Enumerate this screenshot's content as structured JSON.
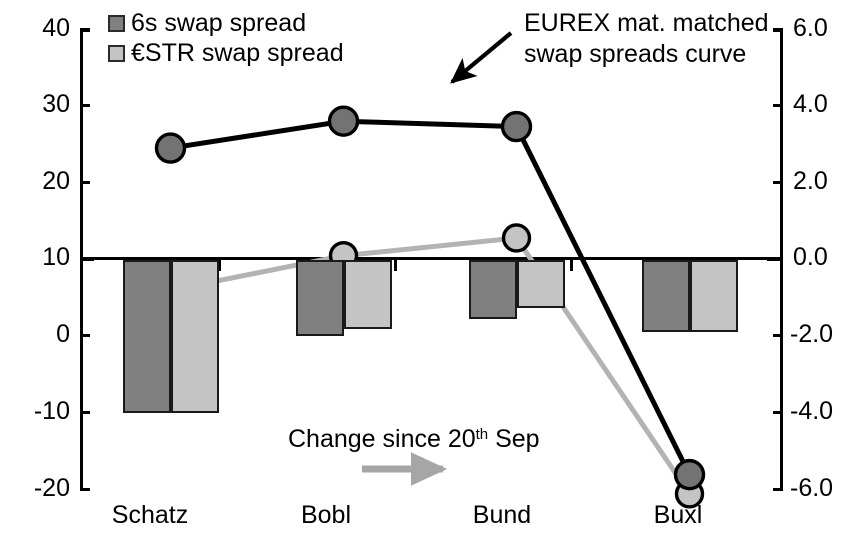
{
  "chart_data": {
    "type": "bar",
    "title": "",
    "subtitle": "",
    "xlabel": "",
    "ylabel": "",
    "categories": [
      "Schatz",
      "Bobl",
      "Bund",
      "Buxl"
    ],
    "grid": false,
    "legend_position": "top-left",
    "left_axis": {
      "label": "",
      "ylim": [
        -20,
        40
      ],
      "ticks": [
        40,
        30,
        20,
        10,
        0,
        -10,
        -20
      ],
      "tick_labels": [
        "40",
        "30",
        "20",
        "10",
        "0",
        "-10",
        "-20"
      ],
      "zero_reference_value": 10
    },
    "right_axis": {
      "label": "",
      "ylim": [
        -6.0,
        6.0
      ],
      "ticks": [
        6.0,
        4.0,
        2.0,
        0.0,
        -2.0,
        -4.0,
        -6.0
      ],
      "tick_labels": [
        "6.0",
        "4.0",
        "2.0",
        "0.0",
        "-2.0",
        "-4.0",
        "-6.0"
      ],
      "zero_reference_value": 0.0
    },
    "series": [
      {
        "name": "6s swap spread",
        "type": "bar",
        "axis": "right",
        "color": "#808080",
        "edge_color": "#1a1a1a",
        "values": [
          -4.0,
          -2.0,
          -1.55,
          -1.9
        ]
      },
      {
        "name": "€STR swap spread",
        "type": "bar",
        "axis": "right",
        "color": "#c4c4c4",
        "edge_color": "#1a1a1a",
        "values": [
          -4.0,
          -1.8,
          -1.25,
          -1.9
        ]
      },
      {
        "name": "EUREX mat. matched swap spreads curve",
        "type": "line",
        "axis": "left",
        "color": "#000000",
        "marker_color": "#737373",
        "values": [
          24.5,
          28.0,
          27.3,
          -18.0
        ]
      },
      {
        "name": "Change since 20th Sep",
        "type": "line",
        "axis": "left",
        "color": "#b3b3b3",
        "marker_color": "#c4c4c4",
        "values": [
          6.0,
          10.5,
          12.8,
          -20.5
        ]
      }
    ],
    "annotations": [
      {
        "name": "eurex-curve-callout",
        "text_line1": "EUREX mat. matched",
        "text_line2": "swap spreads curve",
        "arrow": "down-left"
      },
      {
        "name": "change-since-callout",
        "text_prefix": "Change since 20",
        "text_superscript": "th",
        "text_suffix": " Sep",
        "arrow": "right"
      }
    ]
  },
  "legend": {
    "items": [
      {
        "label": "6s swap spread",
        "color": "#808080"
      },
      {
        "label": "€STR swap spread",
        "color": "#c4c4c4"
      }
    ]
  },
  "left_axis_labels": [
    "40",
    "30",
    "20",
    "10",
    "0",
    "-10",
    "-20"
  ],
  "right_axis_labels": [
    "6.0",
    "4.0",
    "2.0",
    "0.0",
    "-2.0",
    "-4.0",
    "-6.0"
  ],
  "category_labels": [
    "Schatz",
    "Bobl",
    "Bund",
    "Buxl"
  ],
  "annotation_eurex": {
    "line1": "EUREX mat. matched",
    "line2": "swap spreads curve"
  },
  "annotation_change": {
    "prefix": "Change since 20",
    "sup": "th",
    "suffix": " Sep"
  },
  "colors": {
    "bar_dark": "#808080",
    "bar_light": "#c4c4c4",
    "line_black": "#000000",
    "line_gray": "#b3b3b3",
    "marker_black_fill": "#737373",
    "marker_gray_fill": "#c4c4c4",
    "axis": "#000000"
  }
}
